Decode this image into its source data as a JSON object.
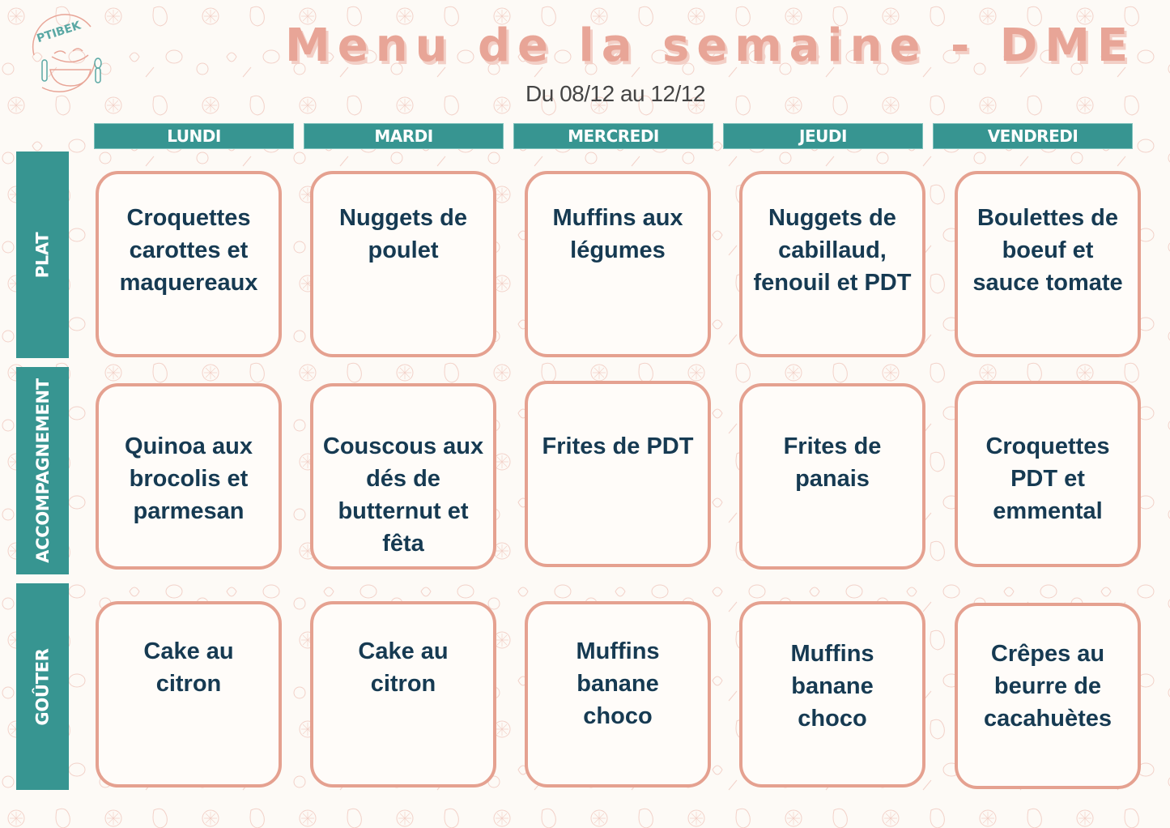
{
  "brand": {
    "logo_text": "PTIBEK",
    "teal": "#379591",
    "salmon": "#e8a597",
    "navy": "#163a52",
    "background": "#fdfaf6"
  },
  "header": {
    "title": "Menu de la semaine - DME",
    "date_range": "Du 08/12 au 12/12"
  },
  "days": [
    "LUNDI",
    "MARDI",
    "MERCREDI",
    "JEUDI",
    "VENDREDI"
  ],
  "rows": [
    {
      "label": "PLAT",
      "items": [
        "Croquettes\ncarottes et\nmaquereaux",
        "Nuggets de\npoulet",
        "Muffins aux\nlégumes",
        "Nuggets de\ncabillaud,\nfenouil et PDT",
        "Boulettes de\nboeuf et\nsauce tomate"
      ]
    },
    {
      "label": "ACCOMPAGNEMENT",
      "items": [
        "Quinoa aux\nbrocolis et\nparmesan",
        "Couscous aux\ndés de\nbutternut et\nfêta",
        "Frites de PDT",
        "Frites de\npanais",
        "Croquettes\nPDT et\nemmental"
      ]
    },
    {
      "label": "GOÛTER",
      "items": [
        "Cake au\ncitron",
        "Cake au\ncitron",
        "Muffins\nbanane\nchoco",
        "Muffins\nbanane\nchoco",
        "Crêpes au\nbeurre de\ncacahuètes"
      ]
    }
  ]
}
